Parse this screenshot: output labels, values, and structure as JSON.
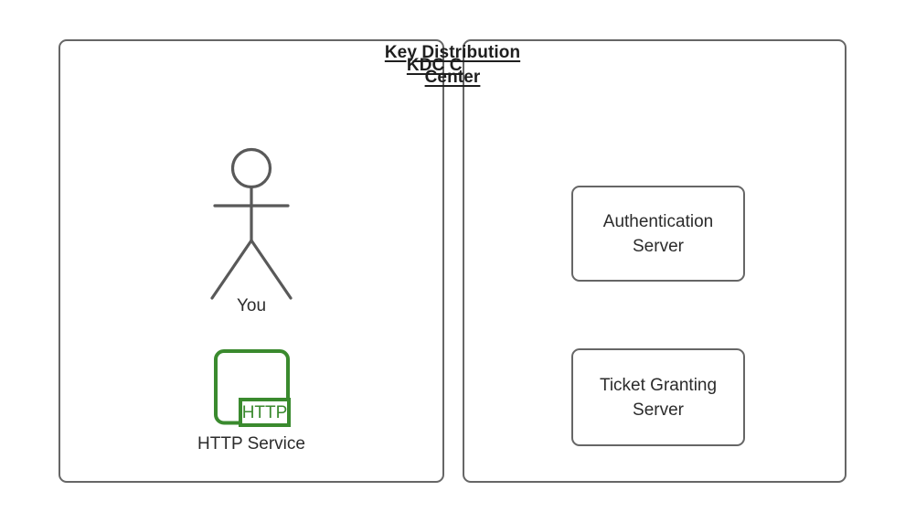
{
  "diagram": {
    "title_not_shown": null,
    "colors": {
      "stroke_gray": "#666666",
      "text_dark": "#2b2b2b",
      "title_dark": "#1f1f1f",
      "http_green": "#3a8a2e",
      "background": "#ffffff"
    },
    "panels": [
      {
        "id": "kdc-client",
        "title_lines": [
          "KDC Client"
        ],
        "nodes": [
          {
            "id": "you-actor",
            "type": "stick-figure",
            "icon": "person-stick-figure-icon",
            "label": "You"
          },
          {
            "id": "http-service",
            "type": "service",
            "icon": "http-service-icon",
            "badge": "HTTP",
            "label": "HTTP Service"
          }
        ]
      },
      {
        "id": "key-distribution-center",
        "title_lines": [
          "Key Distribution",
          "Center"
        ],
        "nodes": [
          {
            "id": "authentication-server",
            "type": "box",
            "label_lines": [
              "Authentication",
              "Server"
            ]
          },
          {
            "id": "ticket-granting-server",
            "type": "box",
            "label_lines": [
              "Ticket Granting",
              "Server"
            ]
          }
        ]
      }
    ]
  }
}
